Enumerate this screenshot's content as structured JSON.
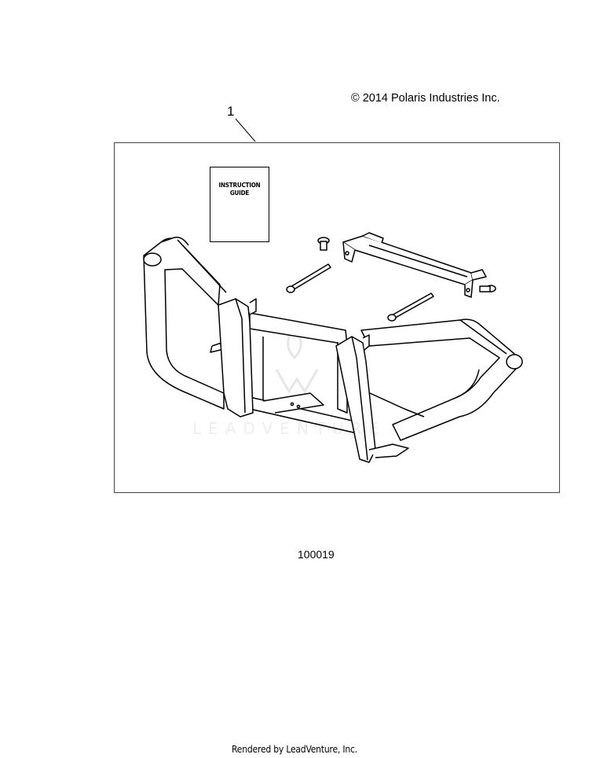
{
  "copyright": "© 2014 Polaris Industries Inc.",
  "callout_number": "1",
  "booklet": {
    "line1": "INSTRUCTION",
    "line2": "GUIDE"
  },
  "watermark": "LEADVENTURE",
  "figure_number": "100019",
  "footer": "Rendered by LeadVenture, Inc.",
  "colors": {
    "line": "#000000",
    "frame": "#444444",
    "background": "#ffffff",
    "watermark": "#e8e8e8"
  }
}
